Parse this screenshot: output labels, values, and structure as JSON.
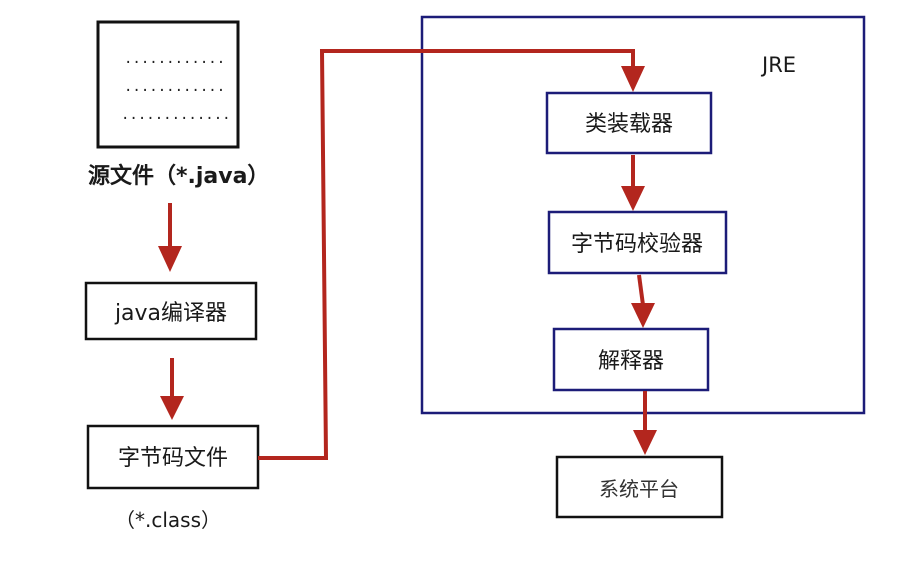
{
  "diagram": {
    "title": "Java program execution flow",
    "colors": {
      "arrow": "#b3261e",
      "jre_border": "#1c1c78",
      "box_border": "#111111",
      "background": "#ffffff"
    },
    "source_file": {
      "content_lines": [
        "............",
        "............",
        "............."
      ],
      "label": "源文件（*.java）"
    },
    "compiler": {
      "label": "java编译器"
    },
    "bytecode_file": {
      "label": "字节码文件",
      "caption": "（*.class）"
    },
    "jre": {
      "label": "JRE",
      "components": [
        {
          "label": "类装载器"
        },
        {
          "label": "字节码校验器"
        },
        {
          "label": "解释器"
        }
      ]
    },
    "platform": {
      "label": "系统平台"
    }
  }
}
